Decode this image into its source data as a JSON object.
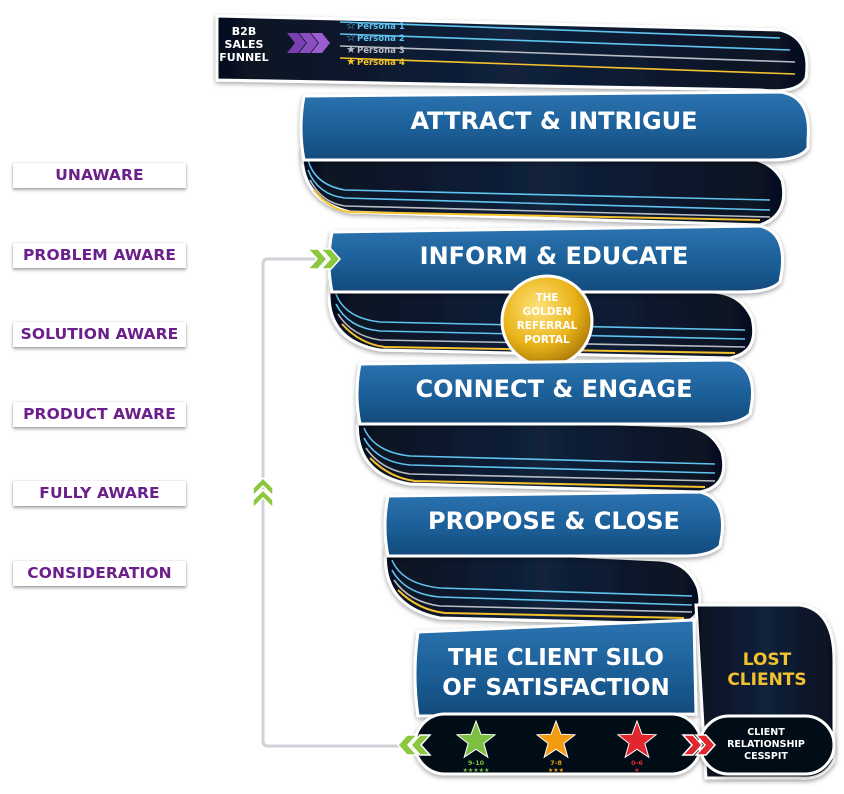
{
  "header": {
    "title_lines": [
      "B2B",
      "SALES",
      "FUNNEL"
    ],
    "personas": [
      {
        "label": "Persona 1",
        "color": "#5fc3ee"
      },
      {
        "label": "Persona 2",
        "color": "#5fc3ee"
      },
      {
        "label": "Persona 3",
        "color": "#b8bcc4"
      },
      {
        "label": "Persona 4",
        "color": "#f5c22e"
      }
    ]
  },
  "awareness_stages": [
    "UNAWARE",
    "PROBLEM AWARE",
    "SOLUTION AWARE",
    "PRODUCT  AWARE",
    "FULLY AWARE",
    "CONSIDERATION"
  ],
  "funnel_stages": [
    "ATTRACT & INTRIGUE",
    "INFORM & EDUCATE",
    "CONNECT & ENGAGE",
    "PROPOSE & CLOSE"
  ],
  "golden_portal": [
    "THE",
    "GOLDEN",
    "REFERRAL",
    "PORTAL"
  ],
  "client_silo": [
    "THE CLIENT SILO",
    "OF SATISFACTION"
  ],
  "lost_clients": [
    "LOST",
    "CLIENTS"
  ],
  "cesspit": [
    "CLIENT",
    "RELATIONSHIP",
    "CESSPIT"
  ],
  "ratings": [
    {
      "score": "9-10",
      "stars": "★★★★★",
      "color": "#7bc043"
    },
    {
      "score": "7-8",
      "stars": "★★★",
      "color": "#f39c12"
    },
    {
      "score": "0-6",
      "stars": "★",
      "color": "#e0262f"
    }
  ],
  "colors": {
    "band_blue": "#1c5f98",
    "band_dark": "#0b1526",
    "accent_green": "#8dc63f",
    "accent_red": "#e0262f",
    "accent_gold": "#f5c22e",
    "label_purple": "#6a1f8a"
  }
}
